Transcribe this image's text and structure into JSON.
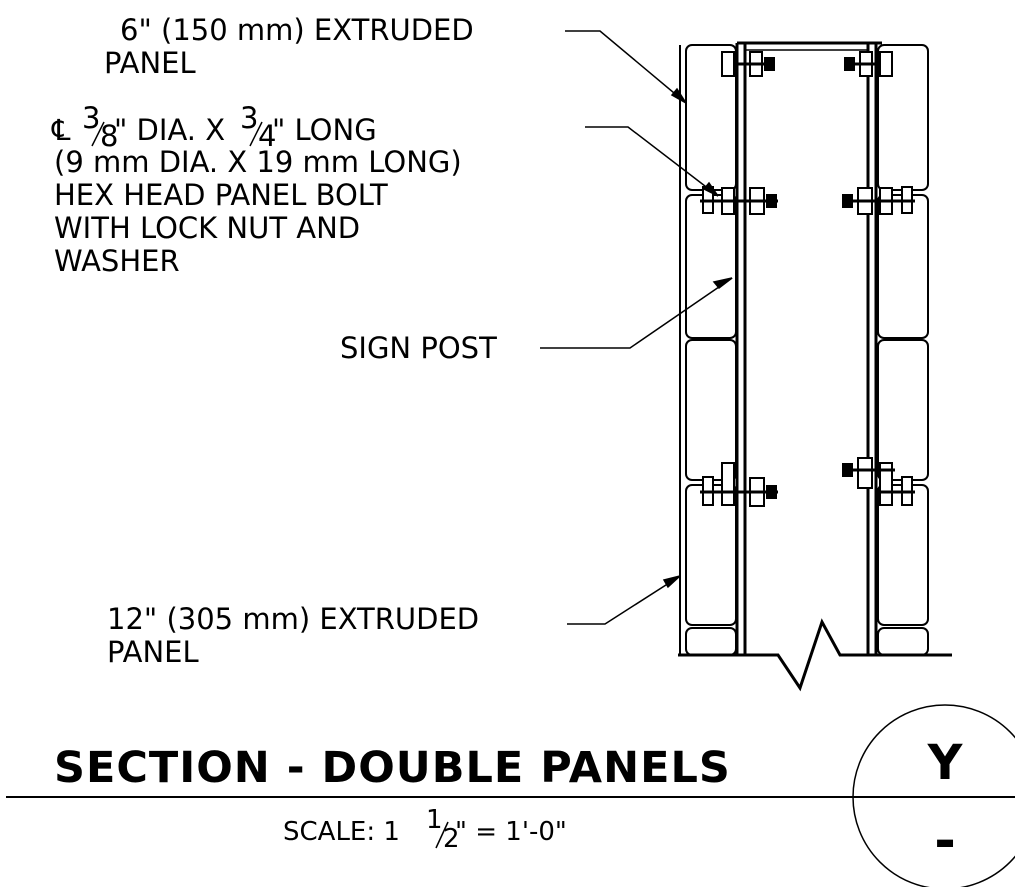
{
  "labels": {
    "panel6_l1": "6\" (150  mm) EXTRUDED",
    "panel6_l2": "PANEL",
    "bolt_cl": "℄",
    "bolt_l1_a": "3",
    "bolt_l1_b": "8",
    "bolt_l1_c": "\" DIA. X",
    "bolt_l1_d": "3",
    "bolt_l1_e": "4",
    "bolt_l1_f": "\" LONG",
    "bolt_l2": "(9  mm  DIA. X  19  mm  LONG)",
    "bolt_l3": "HEX  HEAD  PANEL  BOLT",
    "bolt_l4": "WITH  LOCK  NUT  AND",
    "bolt_l5": "WASHER",
    "sign_post": "SIGN  POST",
    "panel12_l1": "12\" (305  mm) EXTRUDED",
    "panel12_l2": "PANEL"
  },
  "title": "SECTION  - DOUBLE  PANELS",
  "scale": {
    "prefix": "SCALE:  1",
    "num": "1",
    "den": "2",
    "suffix": "\"  =  1'-0\""
  },
  "section_id": "Y",
  "sheet_ref": "-"
}
